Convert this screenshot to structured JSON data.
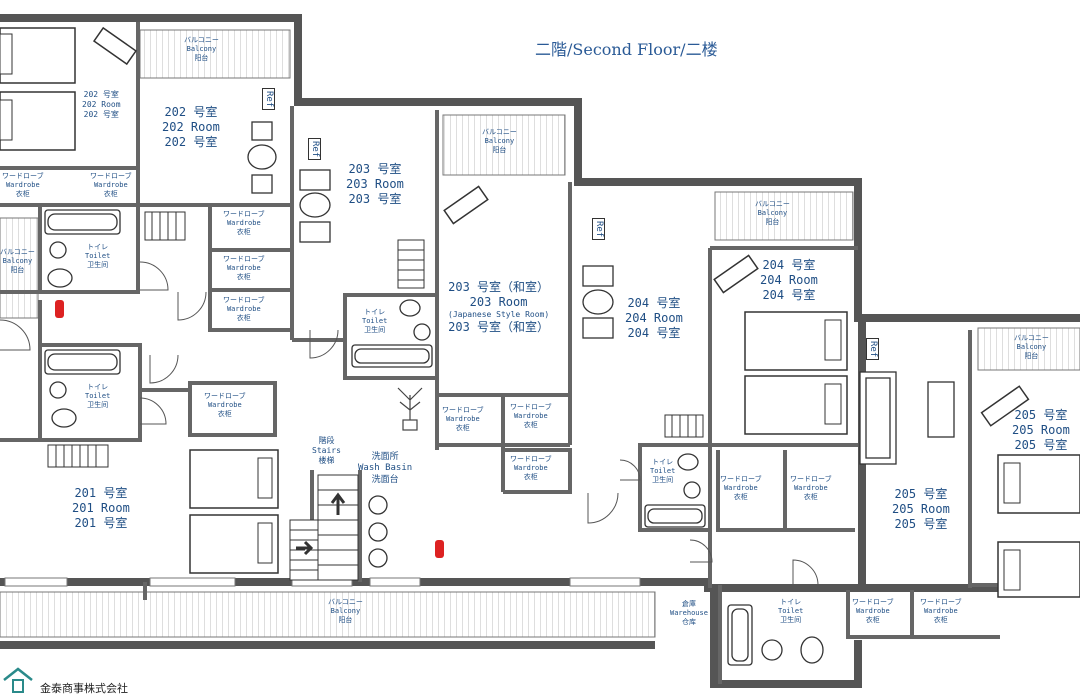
{
  "floor_title": "二階/Second Floor/二楼",
  "company_name": "金泰商事株式会社",
  "ref_label": "Ref",
  "balcony": {
    "jp": "バルコニー",
    "en": "Balcony",
    "cn": "阳台"
  },
  "wardrobe": {
    "jp": "ワードローブ",
    "en": "Wardrobe",
    "cn": "衣柜"
  },
  "toilet": {
    "jp": "トイレ",
    "en": "Toilet",
    "cn": "卫生间"
  },
  "warehouse": {
    "jp": "倉庫",
    "en": "Warehouse",
    "cn": "仓库"
  },
  "stairs": {
    "jp": "階段",
    "en": "Stairs",
    "cn": "楼梯"
  },
  "wash_basin": {
    "jp": "洗面所",
    "en": "Wash Basin",
    "cn": "洗面台"
  },
  "rooms": {
    "r201": {
      "jp": "201 号室",
      "en": "201 Room",
      "cn": "201 号室"
    },
    "r202": {
      "jp": "202 号室",
      "en": "202 Room",
      "cn": "202 号室"
    },
    "r202_small": {
      "jp": "202 号室",
      "en": "202 Room",
      "cn": "202 号室"
    },
    "r203": {
      "jp": "203 号室",
      "en": "203 Room",
      "cn": "203 号室"
    },
    "r203j": {
      "jp": "203 号室（和室）",
      "en": "203 Room",
      "note": "(Japanese Style Room)",
      "cn": "203 号室（和室）"
    },
    "r204": {
      "jp": "204 号室",
      "en": "204 Room",
      "cn": "204 号室"
    },
    "r204_upper": {
      "jp": "204 号室",
      "en": "204 Room",
      "cn": "204 号室"
    },
    "r205": {
      "jp": "205 号室",
      "en": "205 Room",
      "cn": "205 号室"
    },
    "r205_right": {
      "jp": "205 号室",
      "en": "205 Room",
      "cn": "205 号室"
    }
  }
}
